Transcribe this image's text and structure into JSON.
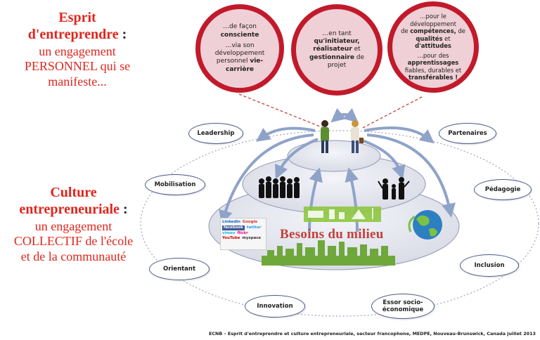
{
  "left": {
    "esprit": {
      "l1": "Esprit",
      "l2a": "d'entreprendre",
      "l2b": ":",
      "l3": "un engagement",
      "l4": "PERSONNEL qui se",
      "l5": "manifeste..."
    },
    "culture": {
      "l1": "Culture",
      "l2a": "entrepreneuriale",
      "l2b": ":",
      "l3": "un engagement",
      "l4": "COLLECTIF de l'école",
      "l5": "et de la communauté"
    }
  },
  "circles": [
    {
      "a": "…de façon",
      "b": "consciente",
      "c": "…via son",
      "d": "développement",
      "e": "vie-carrière",
      "e_pre": "personnel "
    },
    {
      "a": "…en tant",
      "b": "qu'initiateur,",
      "c": "réalisateur",
      "c_post": " et",
      "d": "gestionnaire",
      "d_post": " de",
      "e": "projet"
    },
    {
      "a": "…pour le développement",
      "b_pre": "de ",
      "b": "compétences,",
      "b_post": " de",
      "c": "qualités",
      "c_post": " et",
      "d": "d'attitudes",
      "e": "…pour des",
      "f": "apprentissages",
      "g": "fiables, durables et",
      "h": "transférables !"
    }
  ],
  "ovals": {
    "leadership": "Leadership",
    "partenaires": "Partenaires",
    "mobilisation": "Mobilisation",
    "pedagogie": "Pédagogie",
    "orientant": "Orientant",
    "inclusion": "Inclusion",
    "innovation": "Innovation",
    "essor_l1": "Essor socio-",
    "essor_l2": "économique"
  },
  "center_title": "Besoins du milieu",
  "social_words": [
    "LinkedIn",
    "Google",
    "facebook",
    "twitter",
    "vimeo",
    "flickr",
    "YouTube",
    "myspace"
  ],
  "footer": "ECNB – Esprit d'entreprendre et culture entrepreneuriale, secteur francophone, MEDPE, Nouveau-Brunswick, Canada juillet 2013",
  "colors": {
    "red_heading": "#e0261d",
    "circle_ring": "#c11a2b",
    "circle_fill": "#efd0d6",
    "arrow_blue": "#8fa3c9",
    "disc_fill": "#e6e7ef",
    "milieu_title": "#c2413a",
    "green": "#7cb53b"
  }
}
